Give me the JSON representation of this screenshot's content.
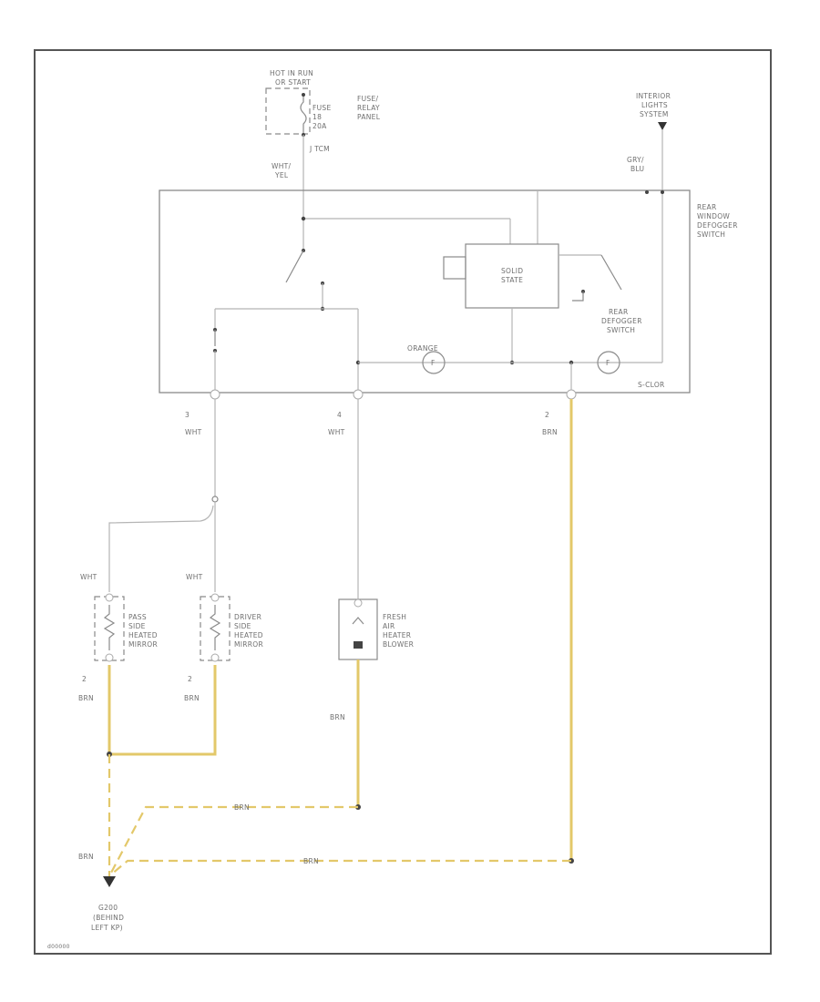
{
  "labels": {
    "hot_in_run": [
      "HOT IN RUN",
      "OR START"
    ],
    "fuse_panel": [
      "FUSE/",
      "RELAY",
      "PANEL"
    ],
    "fuse": [
      "FUSE",
      "18",
      "20A"
    ],
    "pin_tcm": "J TCM",
    "wht_yel": [
      "WHT/",
      "YEL"
    ],
    "interior_lights": [
      "INTERIOR",
      "LIGHTS",
      "SYSTEM"
    ],
    "gry_blu": [
      "GRY/",
      "BLU"
    ],
    "rear_window_defogger_switch": [
      "REAR",
      "WINDOW",
      "DEFOGGER",
      "SWITCH"
    ],
    "solid_state": [
      "SOLID",
      "STATE"
    ],
    "rear_defogger_switch": [
      "REAR",
      "DEFOGGER",
      "SWITCH"
    ],
    "orange": "ORANGE",
    "s_connector": "S-CLOR",
    "pin_left": "3",
    "pin_mid": "4",
    "pin_right": "2",
    "wht_left": "WHT",
    "wht_mid": "WHT",
    "brn_right": "BRN",
    "wht_pass": "WHT",
    "wht_driver": "WHT",
    "pass_mirror": [
      "PASS",
      "SIDE",
      "HEATED",
      "MIRROR"
    ],
    "driver_mirror": [
      "DRIVER",
      "SIDE",
      "HEATED",
      "MIRROR"
    ],
    "fresh_air_blower": [
      "FRESH",
      "AIR",
      "HEATER",
      "BLOWER"
    ],
    "pin_pass_bottom": "2",
    "pin_driver_bottom": "2",
    "brn_pass": "BRN",
    "brn_driver": "BRN",
    "brn_blower": "BRN",
    "brn_dash1": "BRN",
    "brn_dash2": "BRN",
    "brn_ground": "BRN",
    "ground": [
      "G200",
      "(BEHIND",
      "LEFT KP)"
    ],
    "footer_id": "d00000"
  }
}
